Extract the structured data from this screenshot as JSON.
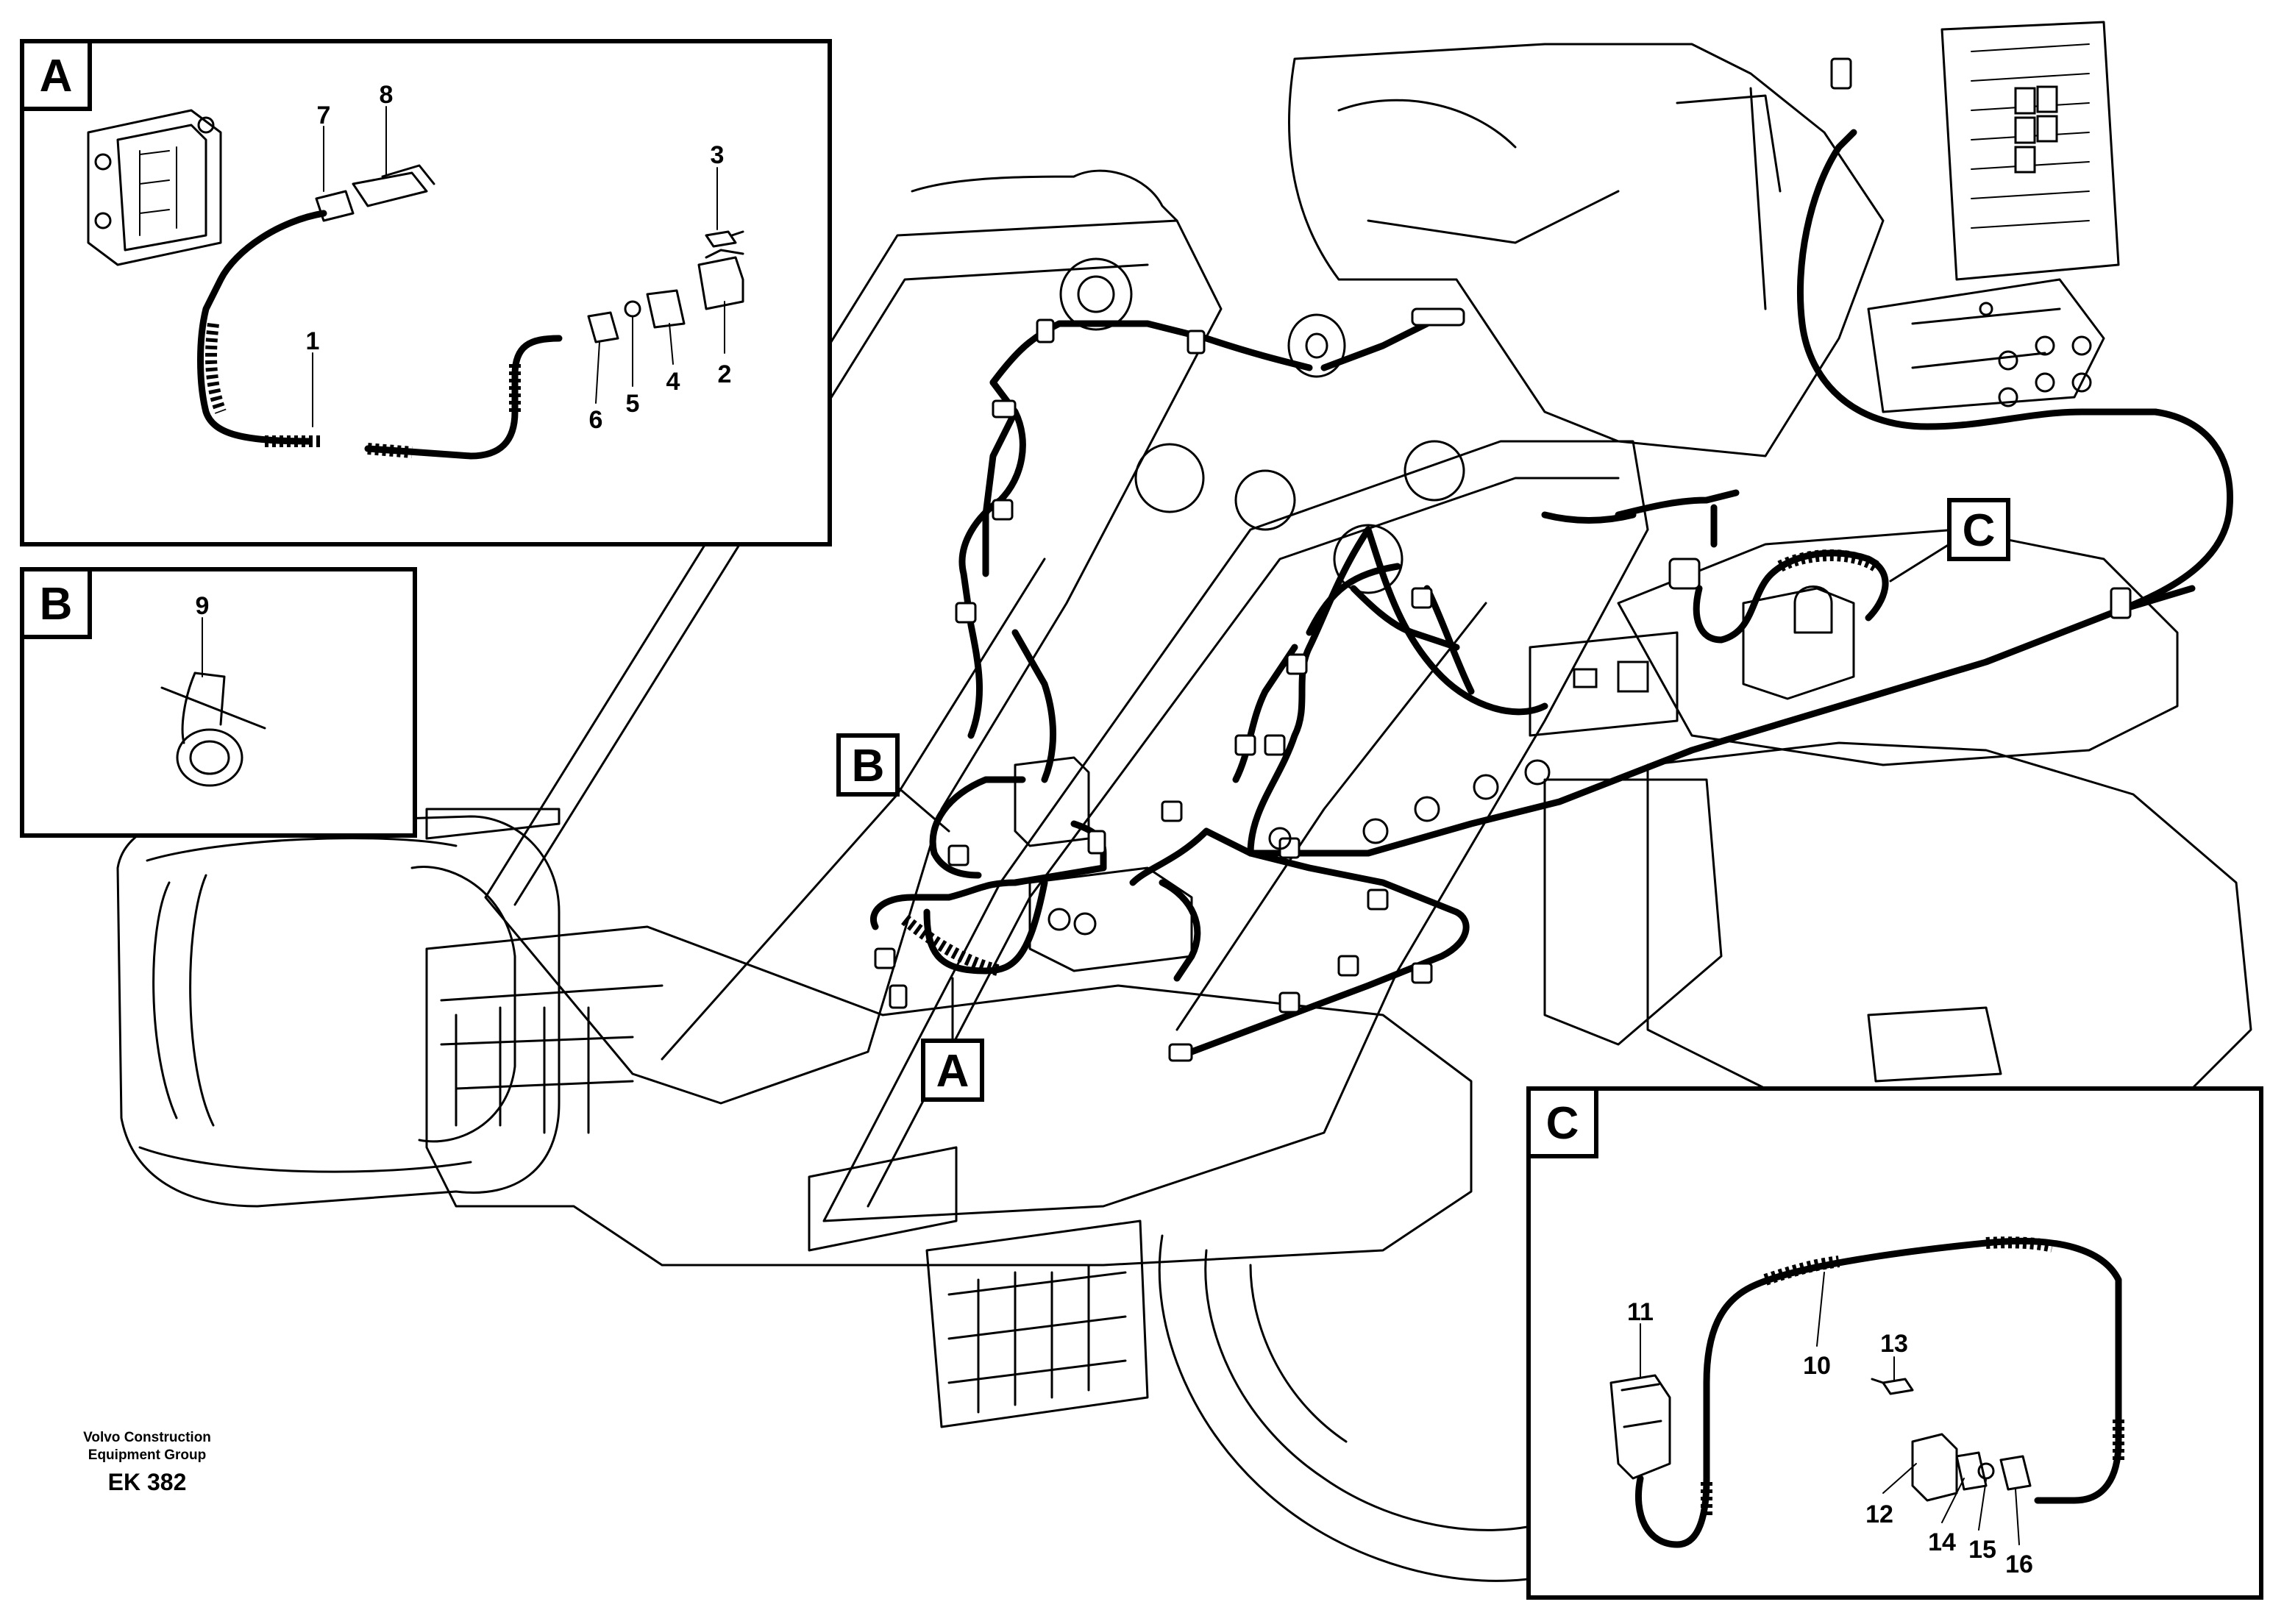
{
  "callouts": {
    "a": {
      "tag": "A",
      "labels": [
        "7",
        "8",
        "3",
        "1",
        "2",
        "4",
        "5",
        "6"
      ]
    },
    "b": {
      "tag": "B",
      "labels": [
        "9"
      ]
    },
    "c": {
      "tag": "C",
      "labels": [
        "11",
        "13",
        "10",
        "12",
        "14",
        "15",
        "16"
      ]
    }
  },
  "main_markers": {
    "b": "B",
    "c": "C",
    "a": "A"
  },
  "footer": {
    "line1": "Volvo Construction",
    "line2": "Equipment Group",
    "reference": "EK 382"
  }
}
